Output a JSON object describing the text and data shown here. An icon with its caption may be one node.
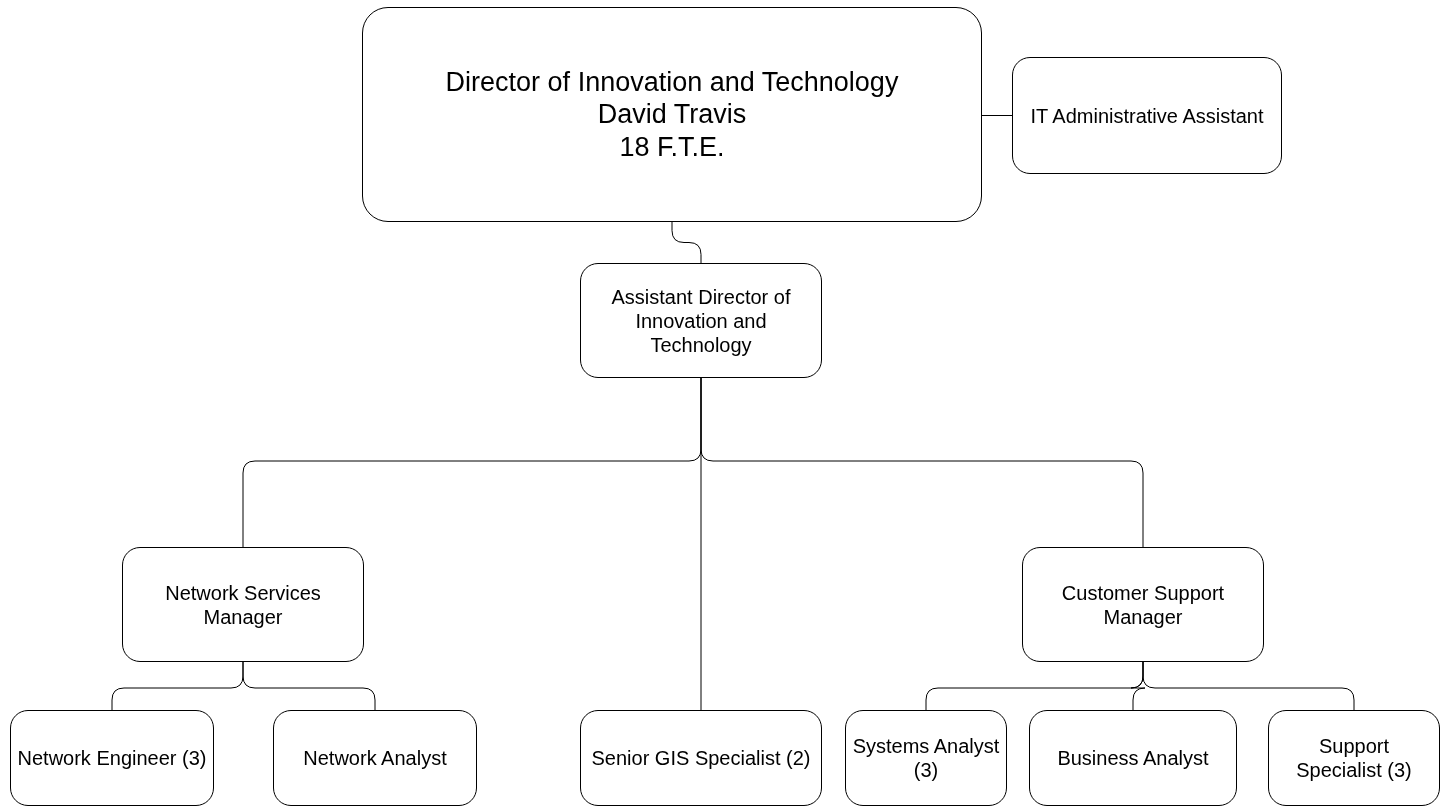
{
  "diagram": {
    "nodes": [
      {
        "text": [
          "Director of Innovation and Technology",
          "David Travis",
          "18 F.T.E."
        ]
      },
      {
        "text": [
          "IT Administrative Assistant"
        ]
      },
      {
        "text": [
          "Assistant Director of Innovation and Technology"
        ]
      },
      {
        "text": [
          "Network Services Manager"
        ]
      },
      {
        "text": [
          "Senior GIS Specialist (2)"
        ]
      },
      {
        "text": [
          "Customer Support Manager"
        ]
      },
      {
        "text": [
          "Network Engineer (3)"
        ]
      },
      {
        "text": [
          "Network Analyst"
        ]
      },
      {
        "text": [
          "Systems Analyst (3)"
        ]
      },
      {
        "text": [
          "Business Analyst"
        ]
      },
      {
        "text": [
          "Support Specialist (3)"
        ]
      }
    ],
    "edges": [
      {
        "from": 0,
        "to": 1,
        "arrow": "none"
      },
      {
        "from": 0,
        "to": 2,
        "arrow": "none"
      },
      {
        "from": 2,
        "to": 3,
        "arrow": "none"
      },
      {
        "from": 2,
        "to": 4,
        "arrow": "none"
      },
      {
        "from": 2,
        "to": 5,
        "arrow": "none"
      },
      {
        "from": 3,
        "to": 6,
        "arrow": "none"
      },
      {
        "from": 3,
        "to": 7,
        "arrow": "none"
      },
      {
        "from": 5,
        "to": 8,
        "arrow": "none"
      },
      {
        "from": 5,
        "to": 9,
        "arrow": "none"
      },
      {
        "from": 5,
        "to": 10,
        "arrow": "none"
      }
    ]
  }
}
